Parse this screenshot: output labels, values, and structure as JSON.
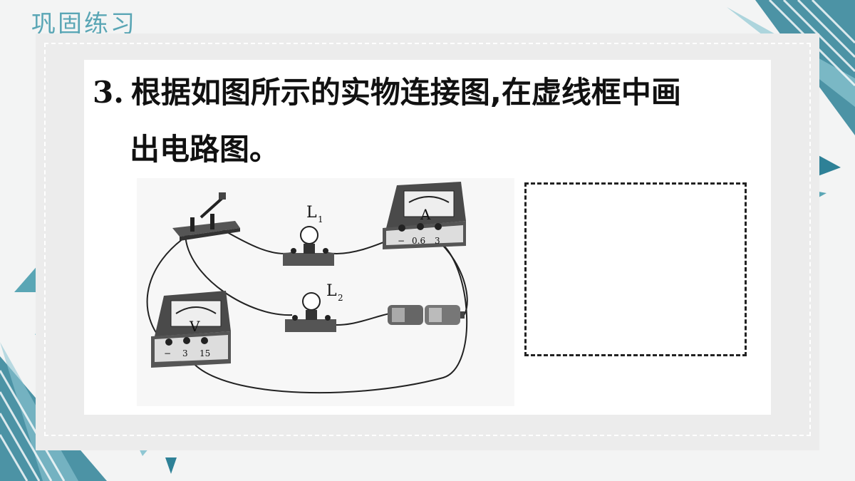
{
  "slide": {
    "title": "巩固练习"
  },
  "question": {
    "number": "3.",
    "line1": "根据如图所示的实物连接图,在虚线框中画",
    "line2": "出电路图。"
  },
  "circuit": {
    "bulb1_label": "L",
    "bulb1_sub": "1",
    "bulb2_label": "L",
    "bulb2_sub": "2",
    "ammeter_symbol": "A",
    "ammeter_terminals": [
      "−",
      "0.6",
      "3"
    ],
    "voltmeter_symbol": "V",
    "voltmeter_terminals": [
      "−",
      "3",
      "15"
    ]
  },
  "colors": {
    "accent": "#5aa6b5",
    "deco_dark": "#2e8197",
    "deco_light": "#8fc7d3"
  }
}
